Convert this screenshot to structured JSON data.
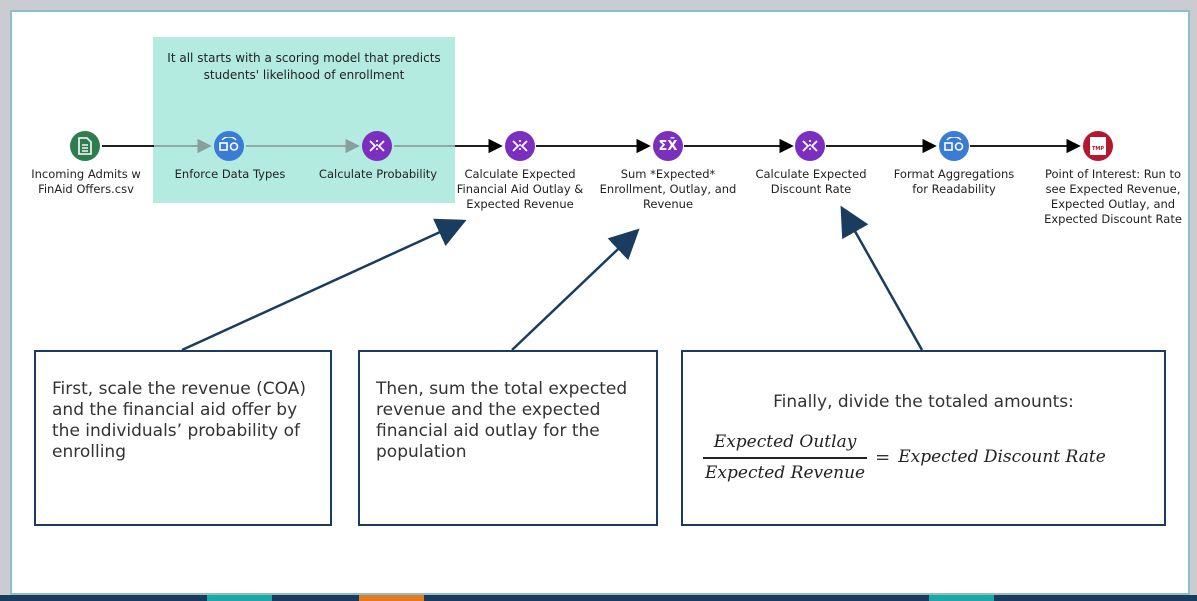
{
  "container": {
    "caption": "It all starts with a scoring model that predicts students' likelihood of enrollment"
  },
  "tools": [
    {
      "label": "Incoming Admits w FinAid Offers.csv",
      "icon": "document-icon",
      "color": "#2e7d4f"
    },
    {
      "label": "Enforce Data Types",
      "icon": "select-icon",
      "color": "#3a7bd5"
    },
    {
      "label": "Calculate Probability",
      "icon": "formula-icon",
      "color": "#7b2fbe"
    },
    {
      "label": "Calculate Expected Financial Aid Outlay & Expected Revenue",
      "icon": "formula-icon",
      "color": "#7b2fbe"
    },
    {
      "label": "Sum *Expected* Enrollment, Outlay, and Revenue",
      "icon": "summarize-icon",
      "color": "#7b2fbe"
    },
    {
      "label": "Calculate Expected Discount Rate",
      "icon": "formula-icon",
      "color": "#7b2fbe"
    },
    {
      "label": "Format Aggregations for Readability",
      "icon": "select-icon",
      "color": "#3a7bd5"
    },
    {
      "label": "Point of Interest: Run to see Expected Revenue, Expected Outlay, and Expected Discount Rate",
      "icon": "browse-icon",
      "color": "#b5172f",
      "badge": "TMP"
    }
  ],
  "summarize_glyph": "ΣX̄",
  "callouts": {
    "first": "First, scale the revenue (COA) and the financial aid offer by the individuals’ probability of enrolling",
    "second": "Then, sum the total expected revenue and the expected financial aid outlay for the population",
    "third": "Finally, divide the totaled amounts:",
    "formula_numerator": "Expected Outlay",
    "formula_denominator": "Expected Revenue",
    "formula_equals": "=",
    "formula_result": "Expected Discount Rate"
  },
  "colors": {
    "frame_border": "#8fbfc6",
    "container_fill": "#b3ebe1",
    "callout_border": "#1a3d5f",
    "footer": "#1b3a5c",
    "footer_tab_teal": "#1aa9a6",
    "footer_tab_orange": "#e07b22"
  }
}
